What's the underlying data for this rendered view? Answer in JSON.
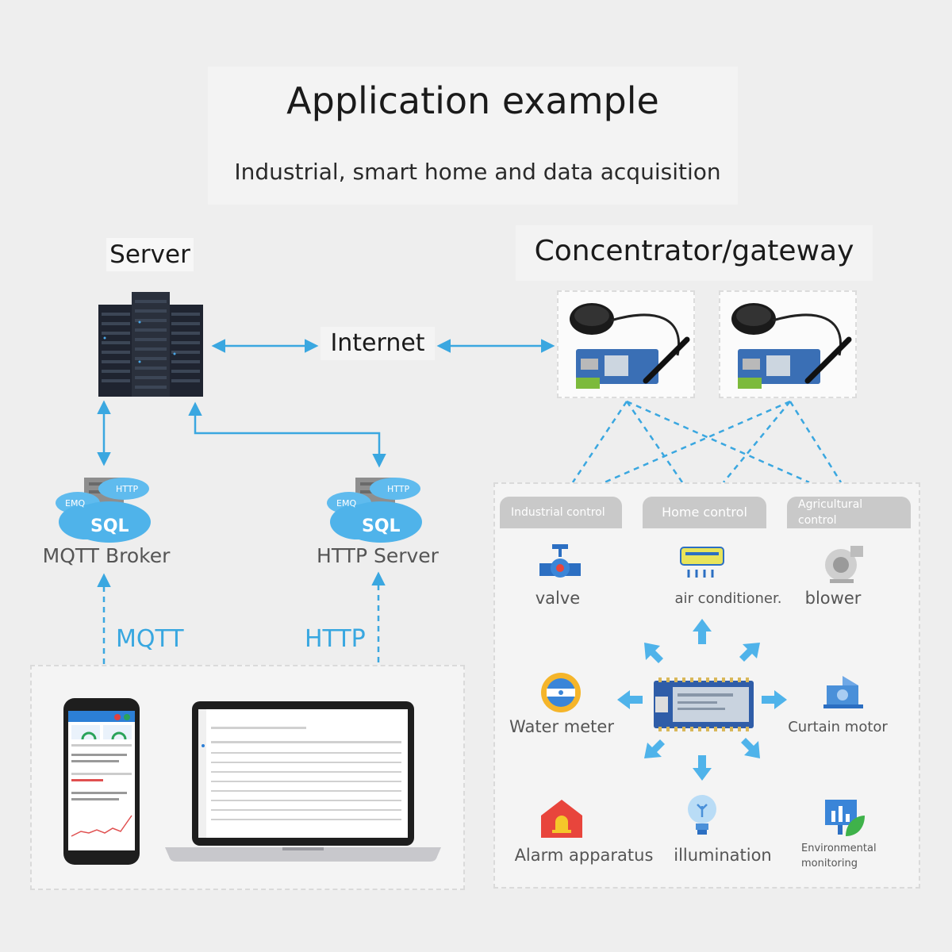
{
  "header": {
    "title": "Application example",
    "subtitle": "Industrial, smart home and data acquisition"
  },
  "labels": {
    "server": "Server",
    "concentrator": "Concentrator/gateway",
    "internet": "Internet"
  },
  "clouds": {
    "mqtt_broker": "MQTT Broker",
    "http_server": "HTTP Server",
    "sql": "SQL",
    "emq": "EMQ",
    "http_badge": "HTTP"
  },
  "protocols": {
    "mqtt": "MQTT",
    "http": "HTTP"
  },
  "tabs": {
    "industrial": "Industrial control",
    "home": "Home control",
    "agricultural": "Agricultural control"
  },
  "devices": {
    "valve": "valve",
    "air_conditioner": "air conditioner.",
    "blower": "blower",
    "water_meter": "Water meter",
    "curtain_motor": "Curtain motor",
    "alarm": "Alarm apparatus",
    "illumination": "illumination",
    "environmental": "Environmental monitoring"
  },
  "colors": {
    "accent_blue": "#3aa7e0",
    "cloud_blue": "#4fb3ea",
    "panel_border": "#dadada",
    "tab_gray": "#c9c9c9"
  }
}
